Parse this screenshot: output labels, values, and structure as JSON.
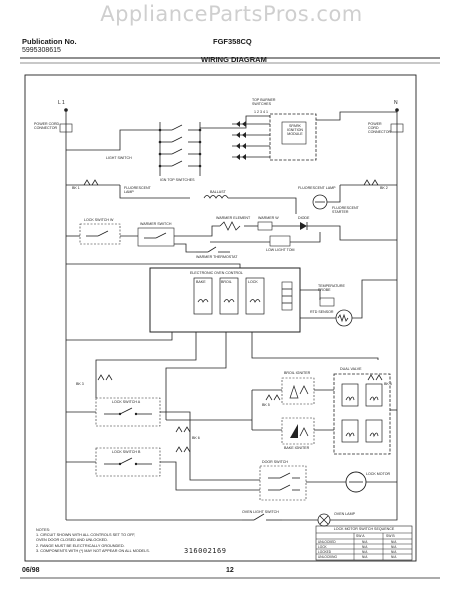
{
  "watermark": "AppliancePartsPros.com",
  "header": {
    "publication_label": "Publication No.",
    "publication_number": "5995308615",
    "model": "FGF358CQ",
    "title": "WIRING DIAGRAM"
  },
  "footer": {
    "date": "06/98",
    "page": "12",
    "part_number": "316002169"
  },
  "labels": {
    "l1": "L 1",
    "n": "N",
    "power_cord_left": "POWER CORD CONNECTOR",
    "power_cord_right": "POWER CORD CONNECTOR",
    "top_burner_switches": "TOP BURNER SWITCHES",
    "switch_numbers": "1 2 3 4 1",
    "spark_module": "SPARK IGNITION MODULE",
    "lamp_switch": "LIGHT SWITCH",
    "ign_top_switches": "IGN TOP SWITCHES",
    "bk1": "BK 1",
    "bk2": "BK 2",
    "fluor_lamp_left": "FLUORESCENT LAMP",
    "ballast": "BALLAST",
    "fluor_lamp_right": "FLUORESCENT LAMP",
    "fluor_starter": "FLUORESCENT STARTER",
    "lock_switch_w": "LOCK SWITCH W",
    "warmer_switch": "WARMER SWITCH",
    "warmer_element": "WARMER ELEMENT",
    "warmer_w": "WARMER W",
    "diode": "DIODE",
    "low_light_tom": "LOW LIGHT TOM",
    "warmer_thermostat": "WARMER THERMOSTAT",
    "electronic_oven_control": "ELECTRONIC OVEN CONTROL",
    "relay_bake": "BAKE",
    "relay_broil": "BROIL",
    "relay_lock": "LOCK",
    "temperature_probe": "TEMPERATURE PROBE",
    "rtd_sensor": "RTD SENSOR",
    "bk3": "BK 3",
    "bk4": "BK 4",
    "bk5": "BK 5",
    "bk6": "BK 6",
    "lock_switch_a": "LOCK SWITCH A",
    "lock_switch_b": "LOCK SWITCH B",
    "broil_ignitor": "BROIL IGNITER",
    "dual_valve": "DUAL VALVE",
    "bake_ignitor": "BAKE IGNITER",
    "door_switch": "DOOR SWITCH",
    "oven_light_switch": "OVEN LIGHT SWITCH",
    "lock_motor": "LOCK MOTOR",
    "oven_lamp": "OVEN LAMP"
  },
  "notes": {
    "title": "NOTES:",
    "lines": [
      "1. CIRCUIT SHOWN WITH ALL CONTROLS SET TO OFF,",
      "   OVEN DOOR CLOSED AND UNLOCKED.",
      "2. RANGE MUST BE ELECTRICALLY GROUNDED.",
      "3. COMPONENTS WITH (*) MAY NOT APPEAR ON ALL MODELS."
    ]
  },
  "lock_table": {
    "title": "LOCK MOTOR SWITCH SEQUENCE",
    "headers": [
      "",
      "SW A",
      "SW B"
    ],
    "rows": [
      [
        "UNLOCKED",
        "N/A",
        "N/A"
      ],
      [
        "LOCK",
        "N/A",
        "N/A"
      ],
      [
        "LOCKED",
        "N/A",
        "N/A"
      ],
      [
        "UNLOCKING",
        "N/A",
        "N/A"
      ]
    ]
  },
  "colors": {
    "line": "#222222",
    "watermark": "#cfcfcf",
    "background": "#ffffff"
  }
}
